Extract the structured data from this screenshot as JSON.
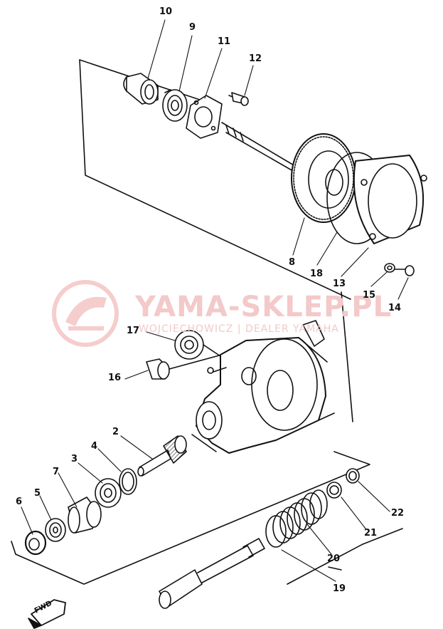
{
  "watermark": {
    "name": "YAMA-SKLEP.PL",
    "tagline": "WOJCIECHOWICZ | DEALER YAMAHA"
  },
  "fwd_label": "FWD",
  "callouts": [
    {
      "id": "c10",
      "text": "10"
    },
    {
      "id": "c9",
      "text": "9"
    },
    {
      "id": "c11",
      "text": "11"
    },
    {
      "id": "c12",
      "text": "12"
    },
    {
      "id": "c8",
      "text": "8"
    },
    {
      "id": "c18",
      "text": "18"
    },
    {
      "id": "c13",
      "text": "13"
    },
    {
      "id": "c15",
      "text": "15"
    },
    {
      "id": "c14",
      "text": "14"
    },
    {
      "id": "c17",
      "text": "17"
    },
    {
      "id": "c16",
      "text": "16"
    },
    {
      "id": "c2",
      "text": "2"
    },
    {
      "id": "c4",
      "text": "4"
    },
    {
      "id": "c3",
      "text": "3"
    },
    {
      "id": "c7",
      "text": "7"
    },
    {
      "id": "c5",
      "text": "5"
    },
    {
      "id": "c6",
      "text": "6"
    },
    {
      "id": "c22",
      "text": "22"
    },
    {
      "id": "c21",
      "text": "21"
    },
    {
      "id": "c20",
      "text": "20"
    },
    {
      "id": "c19",
      "text": "19"
    }
  ]
}
